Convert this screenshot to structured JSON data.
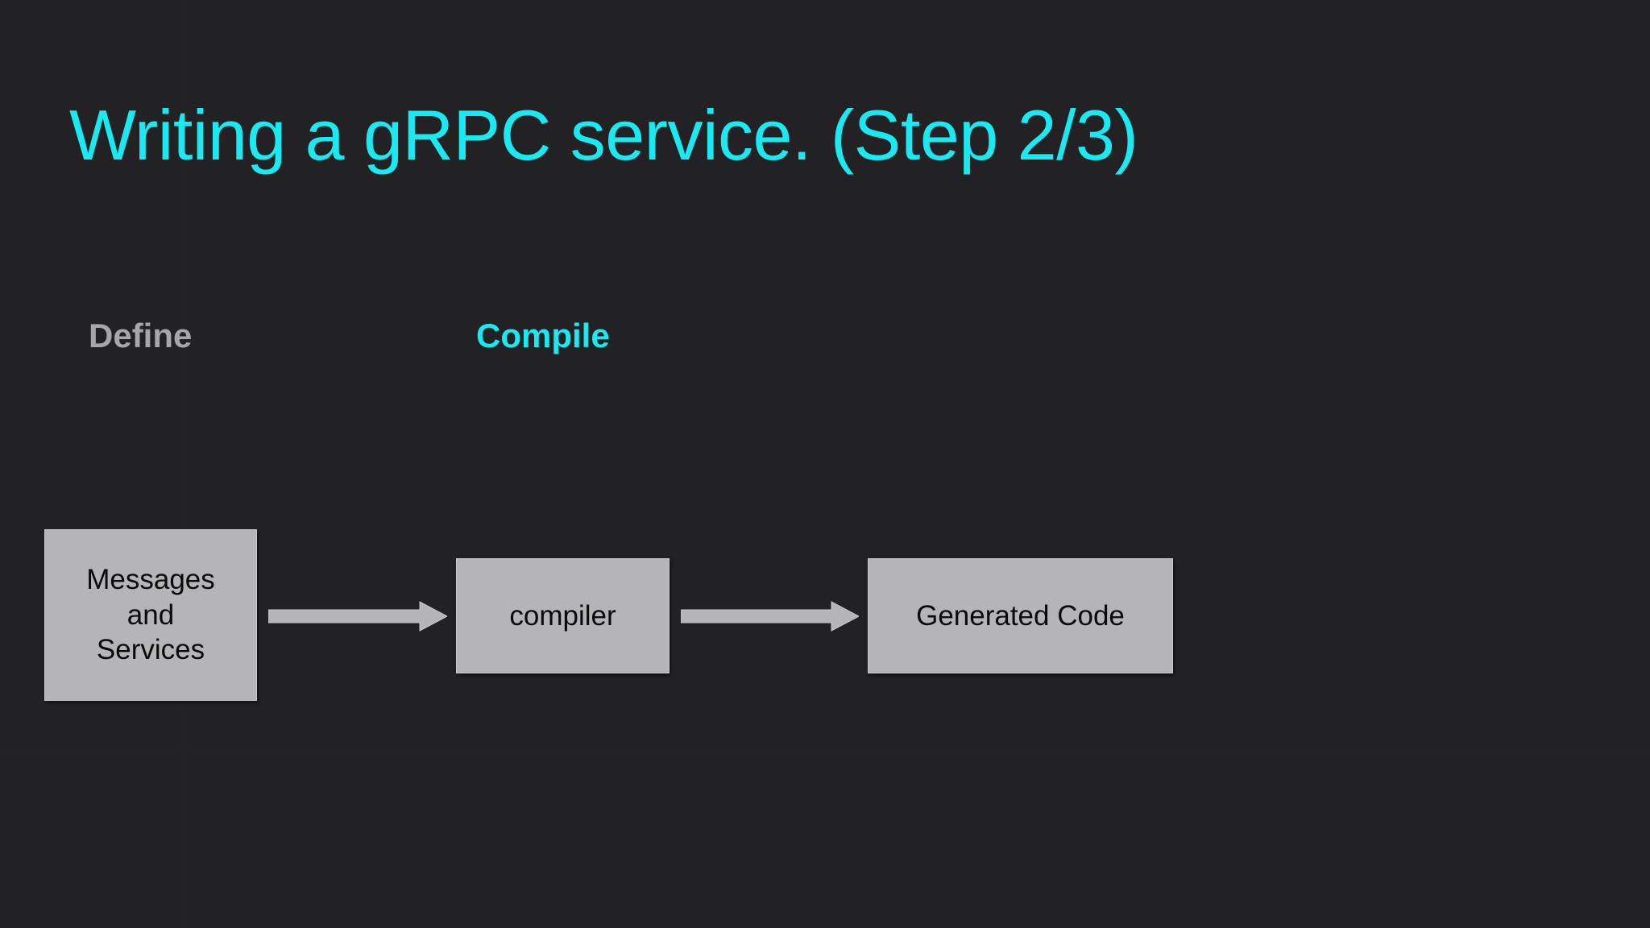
{
  "slide": {
    "title": "Writing a gRPC service. (Step 2/3)",
    "background_color": "#222225",
    "accent_color": "#1ae9f2",
    "muted_label_color": "#a7a7ab",
    "box_fill_color": "#b5b5b8",
    "box_text_color": "#0a0a0a",
    "arrow_color": "#b5b5b8"
  },
  "stages": [
    {
      "label": "Define",
      "state": "past",
      "color": "#a7a7ab"
    },
    {
      "label": "Compile",
      "state": "current",
      "color": "#1ae9f2"
    }
  ],
  "flow": {
    "nodes": [
      {
        "id": "messages-and-services",
        "label": "Messages\nand\nServices",
        "line1": "Messages",
        "line2": "and",
        "line3": "Services"
      },
      {
        "id": "compiler",
        "label": "compiler"
      },
      {
        "id": "generated-code",
        "label": "Generated Code"
      }
    ],
    "arrows": [
      {
        "id": "arrow-messages-to-compiler",
        "from": "messages-and-services",
        "to": "compiler",
        "direction": "right"
      },
      {
        "id": "arrow-compiler-to-generated",
        "from": "compiler",
        "to": "generated-code",
        "direction": "right"
      }
    ]
  }
}
